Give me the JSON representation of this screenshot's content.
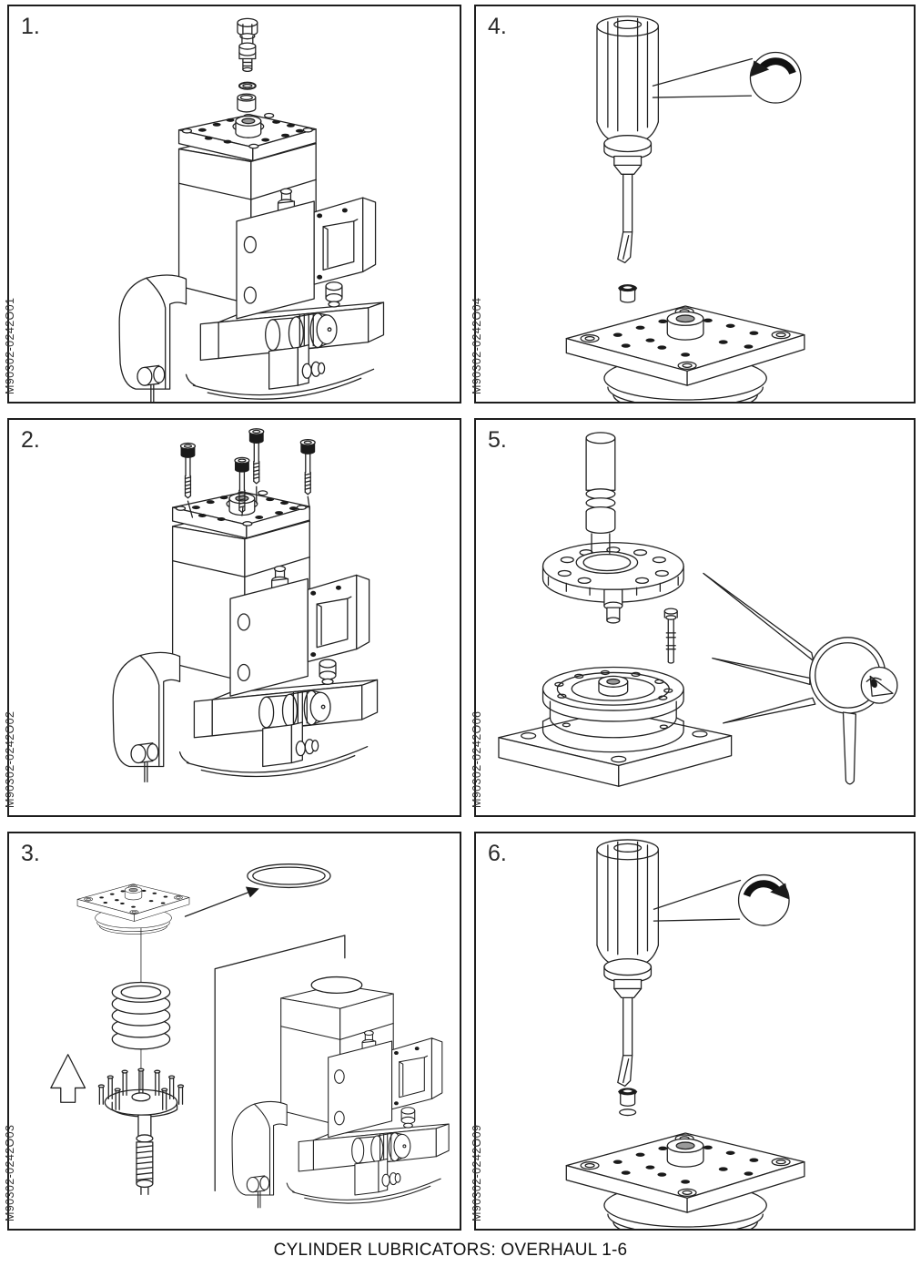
{
  "page": {
    "caption": "CYLINDER LUBRICATORS: OVERHAUL 1-6"
  },
  "panels": [
    {
      "step": "1.",
      "code": "M90302-0242O01",
      "illustration": "lubricator-pump-in-vice-delivery-valve-o-ring-bushing-exploded"
    },
    {
      "step": "2.",
      "code": "M90302-0242O02",
      "illustration": "lubricator-pump-in-vice-four-cover-screws-exploded"
    },
    {
      "step": "3.",
      "code": "M90302-0242O03",
      "illustration": "top-cover-o-ring-spring-pin-wheel-exploded-from-pump-body"
    },
    {
      "step": "4.",
      "code": "M90302-0242O04",
      "illustration": "screwdriver-unscrew-plug-counterclockwise-from-top-cover"
    },
    {
      "step": "5.",
      "code": "M90302-0242O06",
      "illustration": "piston-star-wheel-drive-flange-inspection-magnifier"
    },
    {
      "step": "6.",
      "code": "M90302-0242O09",
      "illustration": "screwdriver-tighten-plug-and-o-ring-clockwise-on-top-cover"
    }
  ]
}
